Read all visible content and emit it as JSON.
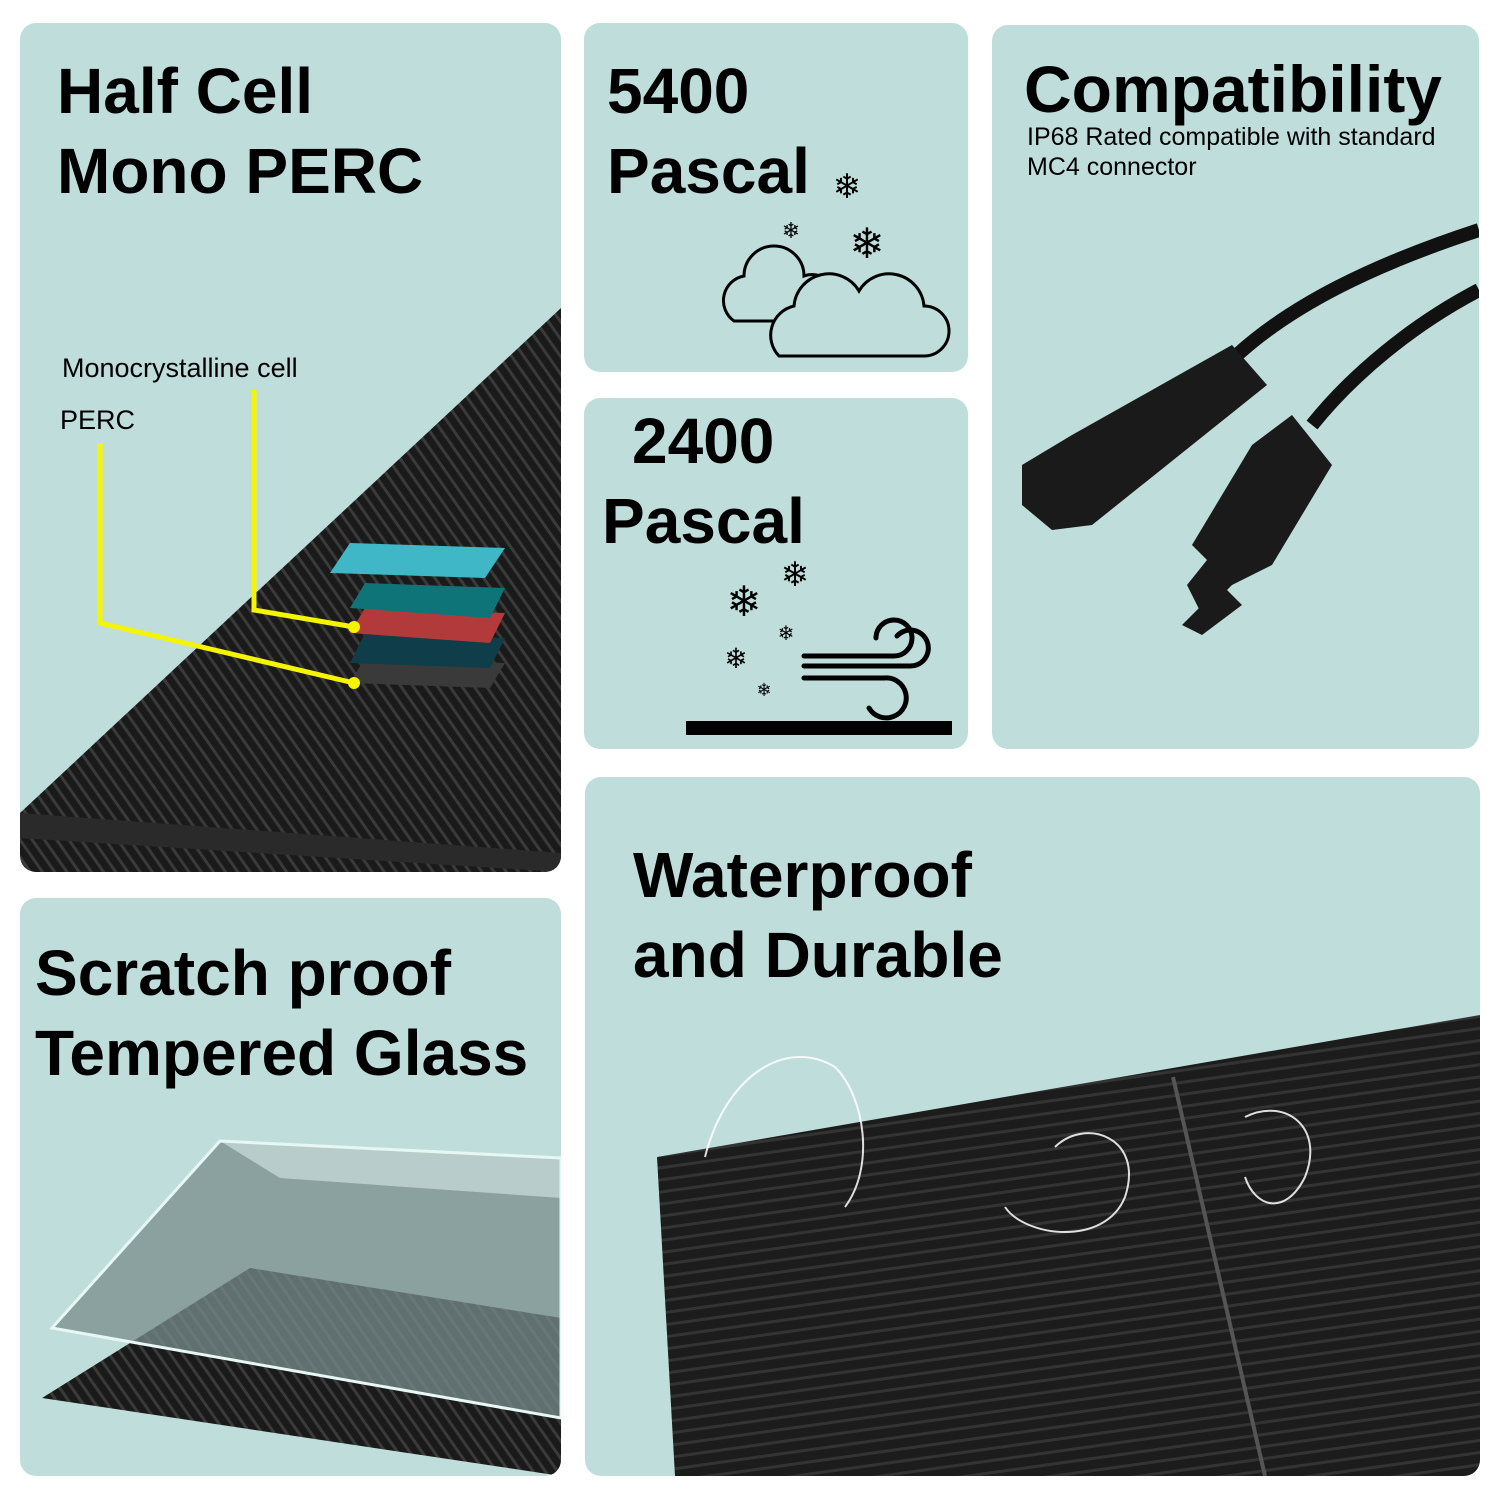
{
  "colors": {
    "panel": "#bfdedb",
    "callout": "#f5f500",
    "ink": "#000000"
  },
  "half_cell": {
    "title_line1": "Half Cell",
    "title_line2": "Mono PERC",
    "label_cell": "Monocrystalline cell",
    "label_perc": "PERC"
  },
  "pascal_5400": {
    "value": "5400",
    "unit": "Pascal",
    "icon": "snow-cloud-icon"
  },
  "pascal_2400": {
    "value": "2400",
    "unit": "Pascal",
    "icon": "snow-wind-icon"
  },
  "compatibility": {
    "title": "Compatibility",
    "desc_line1": "IP68 Rated compatible with standard",
    "desc_line2": "MC4 connector",
    "icon": "mc4-connector-icon"
  },
  "scratch": {
    "title_line1": "Scratch proof",
    "title_line2": "Tempered Glass"
  },
  "waterproof": {
    "title_line1": "Waterproof",
    "title_line2": "and Durable"
  }
}
